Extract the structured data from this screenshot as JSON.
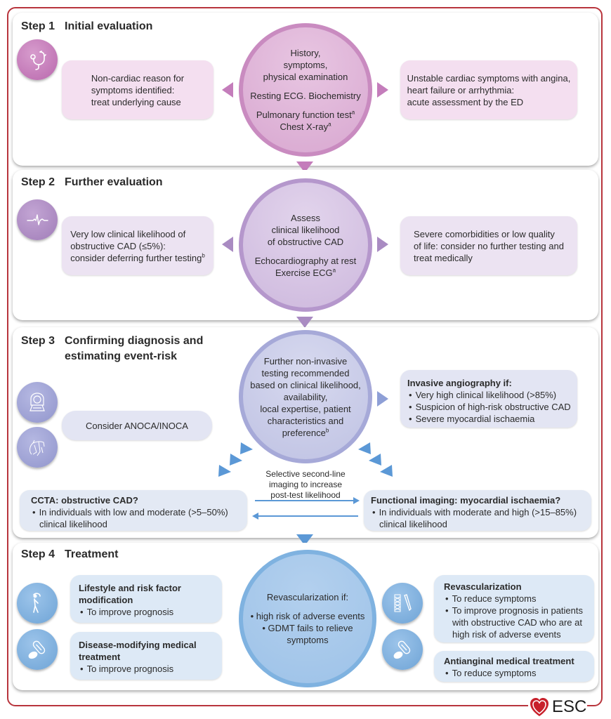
{
  "colors": {
    "frame": "#b8343c",
    "step1": "#c47dbb",
    "step1_light": "#f4dff0",
    "step2": "#b18ec8",
    "step2_light": "#ece3f2",
    "step3": "#9fa3d6",
    "step3_light": "#e3e5f3",
    "arrow_blue": "#5b98d6",
    "step4": "#7fb2e0",
    "step4_light": "#dde9f6",
    "esc_red": "#c8202b"
  },
  "step1": {
    "number": "Step 1",
    "title": "Initial evaluation",
    "icon": "stethoscope-icon",
    "left_box": [
      "Non-cardiac reason for",
      "symptoms identified:",
      "treat underlying cause"
    ],
    "right_box": [
      "Unstable cardiac symptoms with angina,",
      "heart failure or arrhythmia:",
      "acute assessment by the ED"
    ],
    "circle": {
      "line1": "History,",
      "line2": "symptoms,",
      "line3": "physical examination",
      "line4": "Resting ECG. Biochemistry",
      "line5": "Pulmonary function test",
      "line5_sup": "a",
      "line6": "Chest X-ray",
      "line6_sup": "a"
    }
  },
  "step2": {
    "number": "Step 2",
    "title": "Further evaluation",
    "icon": "ecg-waveform-icon",
    "left_box": {
      "line1": "Very low clinical likelihood of",
      "line2": "obstructive CAD (≤5%):",
      "line3": "consider deferring further testing",
      "line3_sup": "b"
    },
    "right_box": [
      "Severe comorbidities or low quality",
      "of life: consider no further testing and",
      "treat medically"
    ],
    "circle": {
      "line1": "Assess",
      "line2": "clinical likelihood",
      "line3": "of obstructive CAD",
      "line4": "Echocardiography at rest",
      "line5": "Exercise ECG",
      "line5_sup": "a"
    }
  },
  "step3": {
    "number": "Step 3",
    "title_line1": "Confirming diagnosis and",
    "title_line2": "estimating event-risk",
    "icons": [
      "ct-scanner-icon",
      "coronary-heart-icon"
    ],
    "left_box": "Consider ANOCA/INOCA",
    "circle": {
      "line1": "Further non-invasive",
      "line2": "testing recommended",
      "line3": "based on clinical likelihood,",
      "line4": "availability,",
      "line5": "local expertise, patient",
      "line6": "characteristics and",
      "line7": "preference",
      "line7_sup": "b"
    },
    "invasive_box": {
      "title": "Invasive angiography if:",
      "items": [
        "Very high clinical likelihood (>85%)",
        "Suspicion of high-risk obstructive CAD",
        "Severe myocardial ischaemia"
      ]
    },
    "second_line": [
      "Selective second-line",
      "imaging to increase",
      "post-test likelihood"
    ],
    "ccta_box": {
      "title": "CCTA: obstructive CAD?",
      "item_line1": "In individuals with low and moderate (>5–50%)",
      "item_line2": "clinical likelihood"
    },
    "functional_box": {
      "title": "Functional imaging: myocardial ischaemia?",
      "item_line1": "In individuals with moderate and high (>15–85%)",
      "item_line2": "clinical likelihood"
    }
  },
  "step4": {
    "number": "Step 4",
    "title": "Treatment",
    "icons_left": [
      "exercise-person-icon",
      "pills-icon"
    ],
    "icons_right": [
      "stent-scalpel-icon",
      "pills-icon"
    ],
    "lifestyle_box": {
      "title_line1": "Lifestyle and risk factor",
      "title_line2": "modification",
      "item": "To improve prognosis"
    },
    "disease_box": {
      "title_line1": "Disease-modifying medical",
      "title_line2": "treatment",
      "item": "To improve prognosis"
    },
    "circle": {
      "title": "Revascularization if:",
      "item1": "high risk of adverse events",
      "item2_line1": "GDMT fails to relieve",
      "item2_line2": "symptoms"
    },
    "revasc_box": {
      "title": "Revascularization",
      "item1": "To reduce symptoms",
      "item2_line1": "To improve prognosis in patients",
      "item2_line2": "with obstructive CAD who are at",
      "item2_line3": "high risk of adverse events"
    },
    "antianginal_box": {
      "title": "Antianginal medical treatment",
      "item": "To reduce symptoms"
    }
  },
  "logo": {
    "text": "ESC"
  }
}
